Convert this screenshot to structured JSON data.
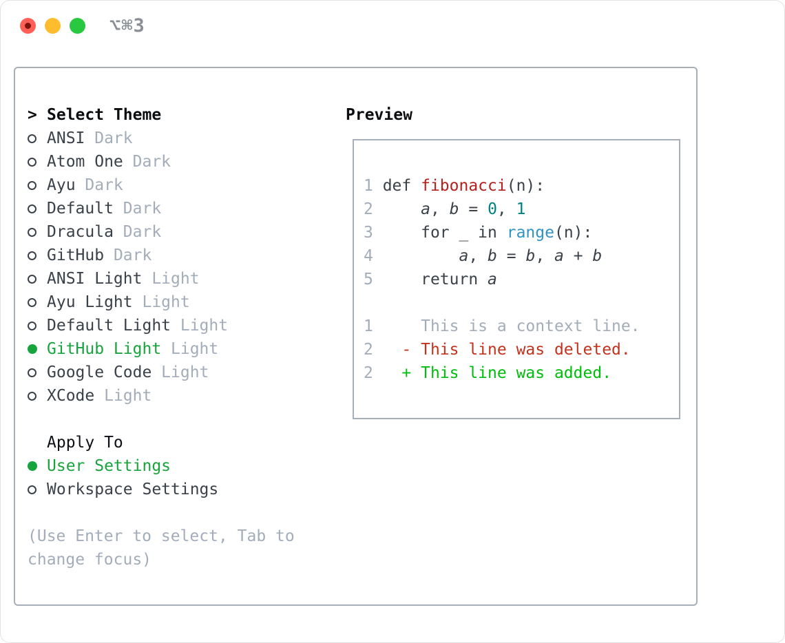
{
  "titlebar": {
    "shortcut": "⌥⌘3",
    "buttons": [
      "close",
      "minimize",
      "maximize"
    ]
  },
  "theme_list": {
    "header_prefix": ">",
    "header": "Select Theme",
    "items": [
      {
        "name": "ANSI",
        "variant": "Dark",
        "selected": false
      },
      {
        "name": "Atom One",
        "variant": "Dark",
        "selected": false
      },
      {
        "name": "Ayu",
        "variant": "Dark",
        "selected": false
      },
      {
        "name": "Default",
        "variant": "Dark",
        "selected": false
      },
      {
        "name": "Dracula",
        "variant": "Dark",
        "selected": false
      },
      {
        "name": "GitHub",
        "variant": "Dark",
        "selected": false
      },
      {
        "name": "ANSI Light",
        "variant": "Light",
        "selected": false
      },
      {
        "name": "Ayu Light",
        "variant": "Light",
        "selected": false
      },
      {
        "name": "Default Light",
        "variant": "Light",
        "selected": false
      },
      {
        "name": "GitHub Light",
        "variant": "Light",
        "selected": true
      },
      {
        "name": "Google Code",
        "variant": "Light",
        "selected": false
      },
      {
        "name": "XCode",
        "variant": "Light",
        "selected": false
      }
    ]
  },
  "apply_to": {
    "header": "Apply To",
    "options": [
      {
        "label": "User Settings",
        "selected": true
      },
      {
        "label": "Workspace Settings",
        "selected": false
      }
    ]
  },
  "hint": "(Use Enter to select, Tab to change focus)",
  "preview": {
    "header": "Preview",
    "lines": [
      {
        "num": "1",
        "tokens": [
          {
            "t": "def ",
            "c": "text"
          },
          {
            "t": "fibonacci",
            "c": "func"
          },
          {
            "t": "(n):",
            "c": "text"
          }
        ]
      },
      {
        "num": "2",
        "tokens": [
          {
            "t": "    ",
            "c": "text"
          },
          {
            "t": "a",
            "c": "var"
          },
          {
            "t": ", ",
            "c": "text"
          },
          {
            "t": "b",
            "c": "var"
          },
          {
            "t": " = ",
            "c": "text"
          },
          {
            "t": "0",
            "c": "num"
          },
          {
            "t": ", ",
            "c": "text"
          },
          {
            "t": "1",
            "c": "num"
          }
        ]
      },
      {
        "num": "3",
        "tokens": [
          {
            "t": "    for _ in ",
            "c": "text"
          },
          {
            "t": "range",
            "c": "builtin"
          },
          {
            "t": "(n):",
            "c": "text"
          }
        ]
      },
      {
        "num": "4",
        "tokens": [
          {
            "t": "        ",
            "c": "text"
          },
          {
            "t": "a",
            "c": "var"
          },
          {
            "t": ", ",
            "c": "text"
          },
          {
            "t": "b",
            "c": "var"
          },
          {
            "t": " = ",
            "c": "text"
          },
          {
            "t": "b",
            "c": "var"
          },
          {
            "t": ", ",
            "c": "text"
          },
          {
            "t": "a",
            "c": "var"
          },
          {
            "t": " + ",
            "c": "text"
          },
          {
            "t": "b",
            "c": "var"
          }
        ]
      },
      {
        "num": "5",
        "tokens": [
          {
            "t": "    return ",
            "c": "text"
          },
          {
            "t": "a",
            "c": "var"
          }
        ]
      },
      {
        "num": "",
        "tokens": []
      },
      {
        "num": "1",
        "tokens": [
          {
            "t": "    This is a context line.",
            "c": "context"
          }
        ]
      },
      {
        "num": "2",
        "tokens": [
          {
            "t": "  ",
            "c": "text"
          },
          {
            "t": "- This line was deleted.",
            "c": "deleted"
          }
        ]
      },
      {
        "num": "2",
        "tokens": [
          {
            "t": "  ",
            "c": "text"
          },
          {
            "t": "+ This line was added.",
            "c": "added"
          }
        ]
      }
    ]
  },
  "colors": {
    "text_primary": "#3a4149",
    "text_header": "#0b0e11",
    "text_muted": "#a3adb9",
    "line_number": "#a3adb9",
    "accent_green": "#17a43d",
    "diff_red": "#c4321d",
    "diff_green": "#00bd0c",
    "code_func_red": "#b3211e",
    "code_number_teal": "#008080",
    "code_builtin_blue": "#3093c8",
    "border_gray": "#a6aeb8",
    "traffic_red": "#ff5f57",
    "traffic_red_dot": "#7c140e",
    "traffic_yellow": "#febc2e",
    "traffic_green": "#28c840",
    "shortcut_gray": "#8a8f95"
  }
}
